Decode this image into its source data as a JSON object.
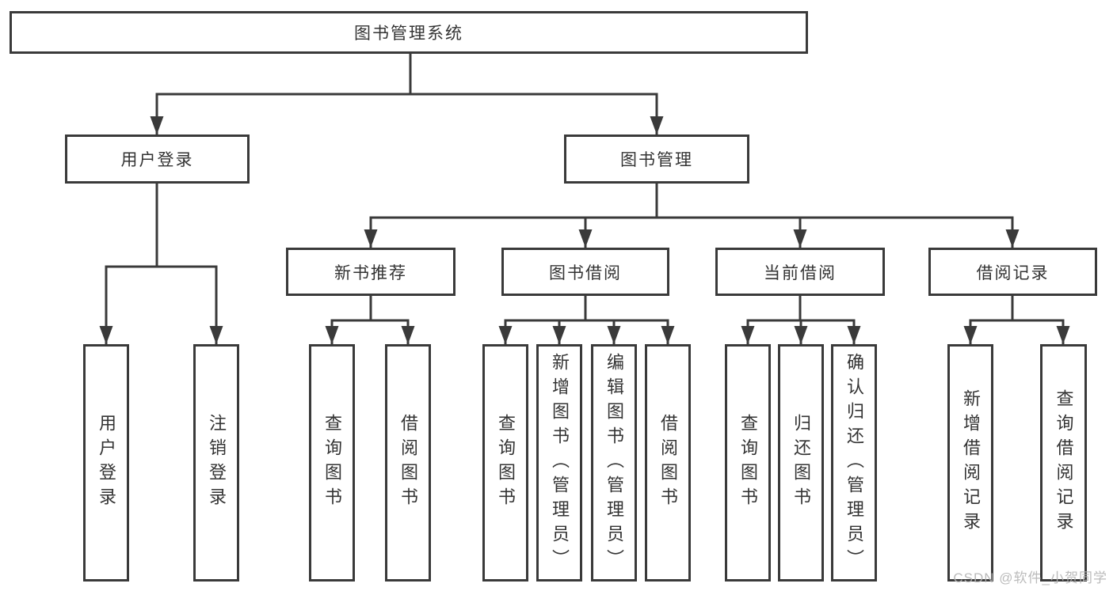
{
  "tree": {
    "label": "图书管理系统",
    "children": [
      {
        "label": "用户登录",
        "children": [
          {
            "label": "用户登录"
          },
          {
            "label": "注销登录"
          }
        ]
      },
      {
        "label": "图书管理",
        "children": [
          {
            "label": "新书推荐",
            "children": [
              {
                "label": "查询图书"
              },
              {
                "label": "借阅图书"
              }
            ]
          },
          {
            "label": "图书借阅",
            "children": [
              {
                "label": "查询图书"
              },
              {
                "label": "新增图书（管理员）"
              },
              {
                "label": "编辑图书（管理员）"
              },
              {
                "label": "借阅图书"
              }
            ]
          },
          {
            "label": "当前借阅",
            "children": [
              {
                "label": "查询图书"
              },
              {
                "label": "归还图书"
              },
              {
                "label": "确认归还（管理员）"
              }
            ]
          },
          {
            "label": "借阅记录",
            "children": [
              {
                "label": "新增借阅记录"
              },
              {
                "label": "查询借阅记录"
              }
            ]
          }
        ]
      }
    ]
  },
  "watermark": {
    "text": "CSDN @软件_小贺同学"
  },
  "colors": {
    "line": "#3a3a3a",
    "text": "#333333",
    "background": "#ffffff",
    "watermark": "#b4b4b4"
  }
}
